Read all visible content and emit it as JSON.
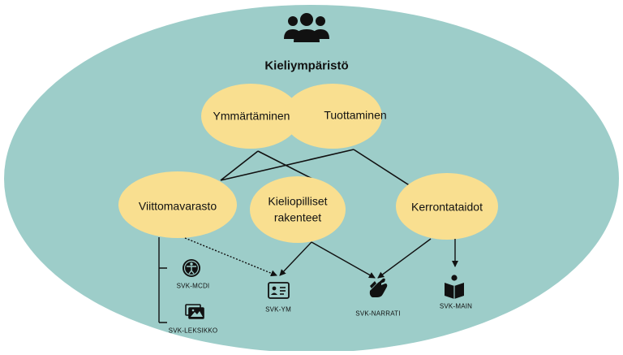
{
  "diagram": {
    "title": "Kieliympäristö",
    "top_nodes": [
      {
        "label": "Ymmärtäminen"
      },
      {
        "label": "Tuottaminen"
      }
    ],
    "mid_nodes": [
      {
        "label": "Viittomavarasto"
      },
      {
        "label_line1": "Kieliopilliset",
        "label_line2": "rakenteet"
      },
      {
        "label": "Kerrontataidot"
      }
    ],
    "tests": [
      {
        "label": "SVK-MCDI",
        "icon": "accessibility-icon"
      },
      {
        "label": "SVK-LEKSIKKO",
        "icon": "gallery-icon"
      },
      {
        "label": "SVK-YM",
        "icon": "id-card-icon"
      },
      {
        "label": "SVK-NARRATI",
        "icon": "signing-hands-icon"
      },
      {
        "label": "SVK-MAIN",
        "icon": "reading-icon"
      }
    ],
    "people_icon": "group-people-icon",
    "colors": {
      "background_ellipse": "#9dcdc9",
      "node_fill": "#f9df90",
      "line": "#111111"
    }
  }
}
